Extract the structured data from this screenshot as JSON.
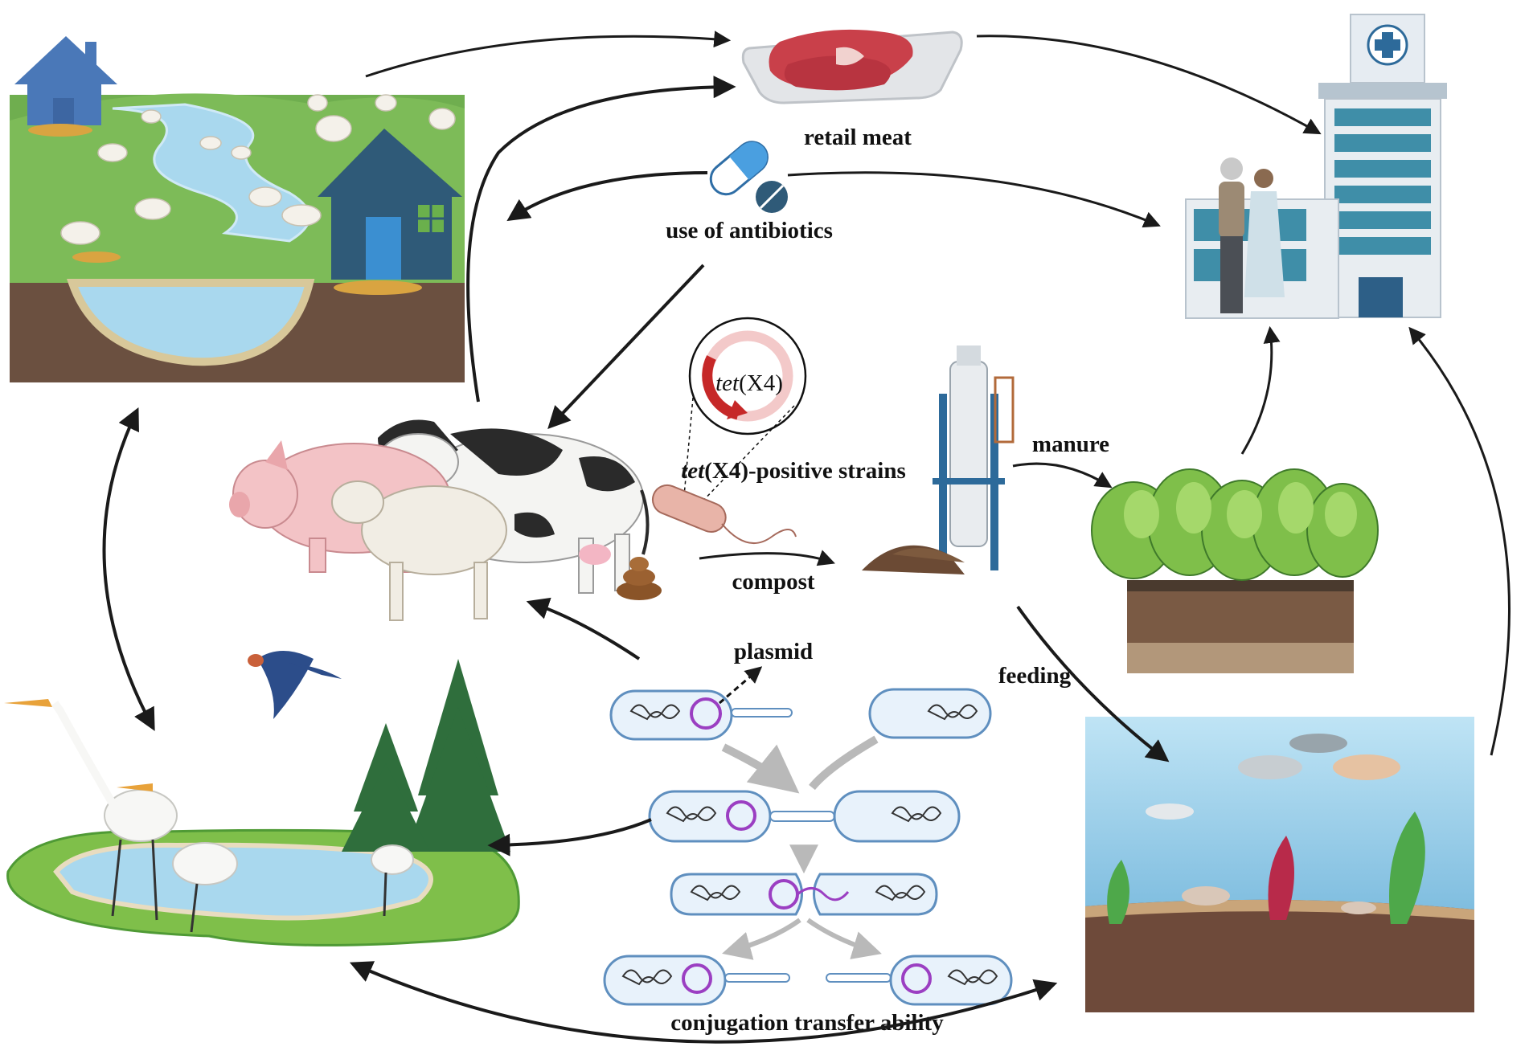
{
  "labels": {
    "retail_meat": "retail meat",
    "use_of_antibiotics": "use of antibiotics",
    "gene_italic": "tet",
    "gene_suffix": "(X4)",
    "strains_suffix": "(X4)-positive strains",
    "manure": "manure",
    "compost": "compost",
    "plasmid": "plasmid",
    "feeding": "feeding",
    "conjugation": "conjugation transfer ability"
  },
  "icons": [
    "farm-scene",
    "retail-meat-tray-icon",
    "hospital-building-icon",
    "antibiotic-capsule-icon",
    "plasmid-circle-icon",
    "livestock-group",
    "bacterium-icon",
    "feces-icon",
    "compost-plant-icon",
    "vegetable-field",
    "aquaculture-tank",
    "wetland-scene",
    "swallow-icon"
  ],
  "colors": {
    "arrow": "#1a1a1a",
    "cell_outline": "#5f8fbf",
    "cell_fill": "#e8f2fb",
    "plasmid": "#9b3fc2",
    "gene_red": "#c62828",
    "grass": "#5fa84a",
    "water": "#a9d8ee",
    "soil": "#6b5040",
    "house": "#4a78b8"
  }
}
